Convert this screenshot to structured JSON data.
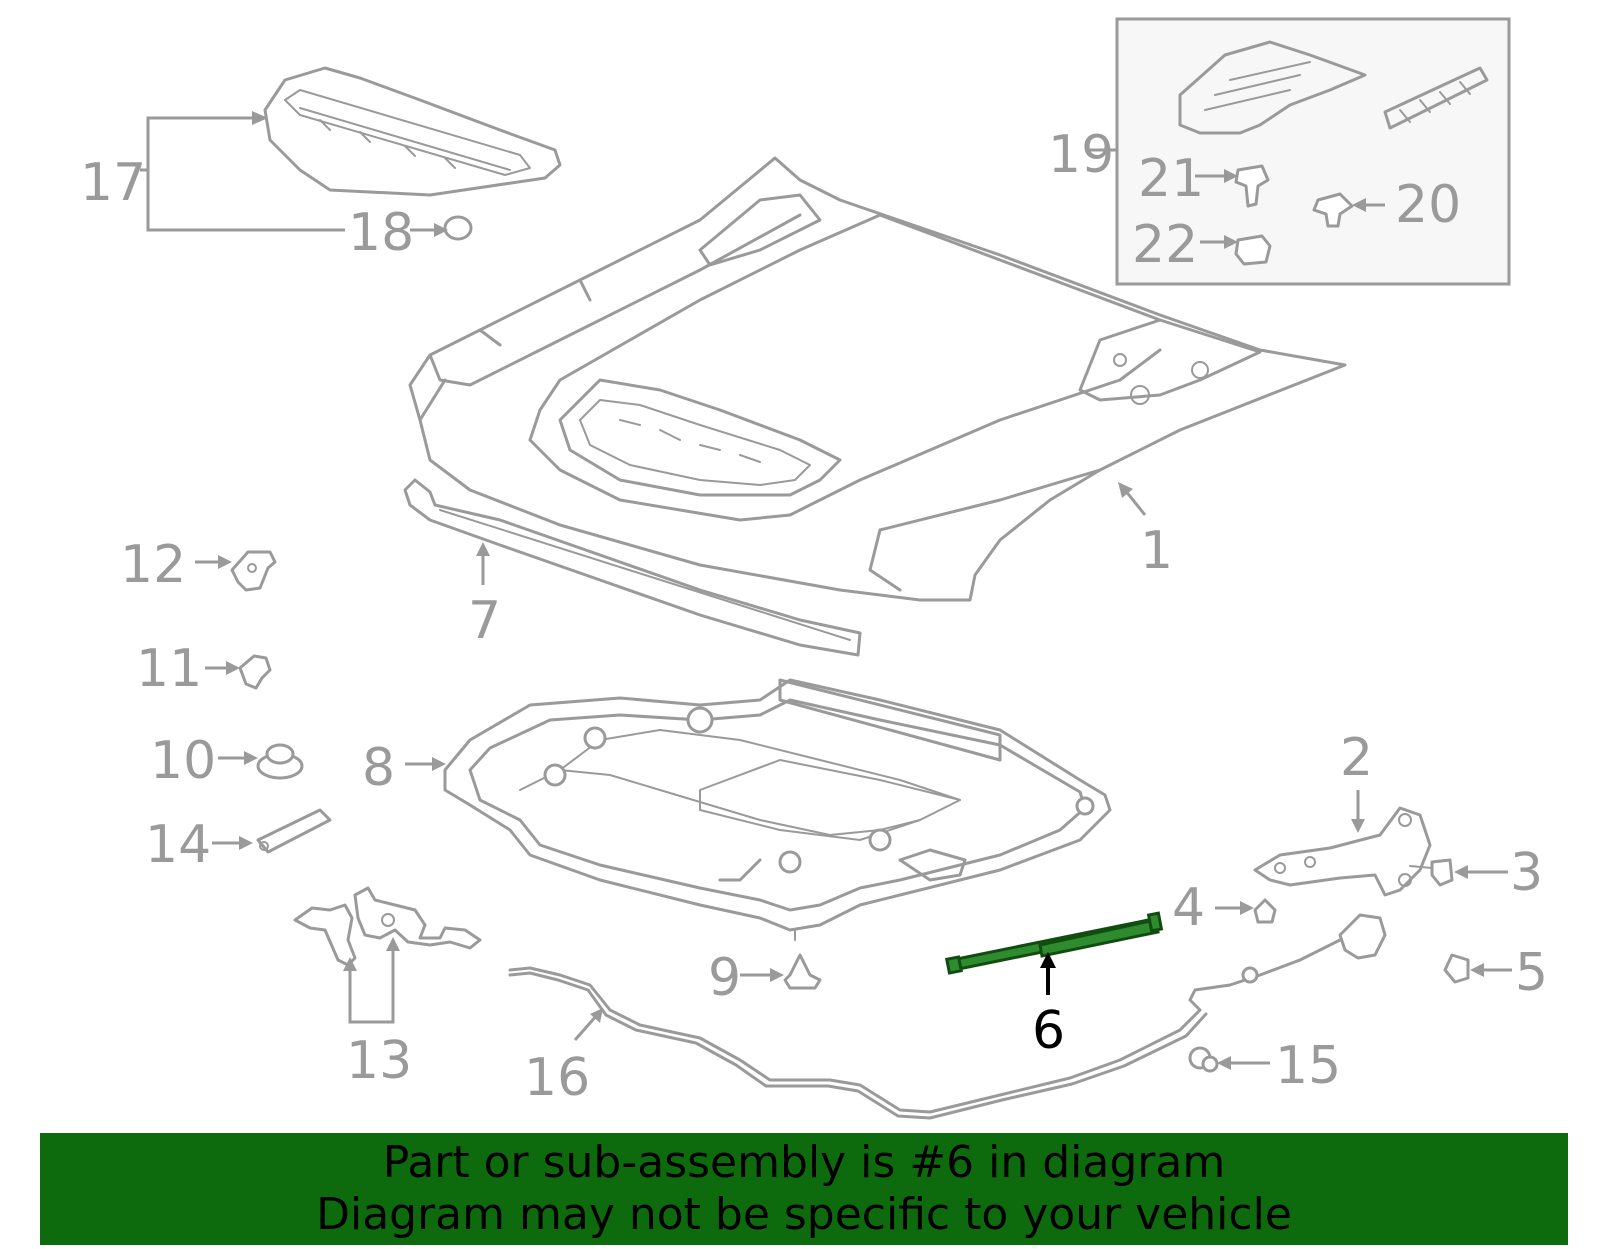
{
  "highlighted_part": "6",
  "callouts": [
    {
      "id": "1",
      "label": "1"
    },
    {
      "id": "2",
      "label": "2"
    },
    {
      "id": "3",
      "label": "3"
    },
    {
      "id": "4",
      "label": "4"
    },
    {
      "id": "5",
      "label": "5"
    },
    {
      "id": "6",
      "label": "6"
    },
    {
      "id": "7",
      "label": "7"
    },
    {
      "id": "8",
      "label": "8"
    },
    {
      "id": "9",
      "label": "9"
    },
    {
      "id": "10",
      "label": "10"
    },
    {
      "id": "11",
      "label": "11"
    },
    {
      "id": "12",
      "label": "12"
    },
    {
      "id": "13",
      "label": "13"
    },
    {
      "id": "14",
      "label": "14"
    },
    {
      "id": "15",
      "label": "15"
    },
    {
      "id": "16",
      "label": "16"
    },
    {
      "id": "17",
      "label": "17"
    },
    {
      "id": "18",
      "label": "18"
    },
    {
      "id": "19",
      "label": "19"
    },
    {
      "id": "20",
      "label": "20"
    },
    {
      "id": "21",
      "label": "21"
    },
    {
      "id": "22",
      "label": "22"
    }
  ],
  "banner": {
    "line1": "Part or sub-assembly is #6 in diagram",
    "line2": "Diagram may not be specific to your vehicle"
  },
  "colors": {
    "banner_bg": "#0d6b0d",
    "highlight_part": "#2e8b2e",
    "parts_stroke": "#9a9a9a"
  }
}
